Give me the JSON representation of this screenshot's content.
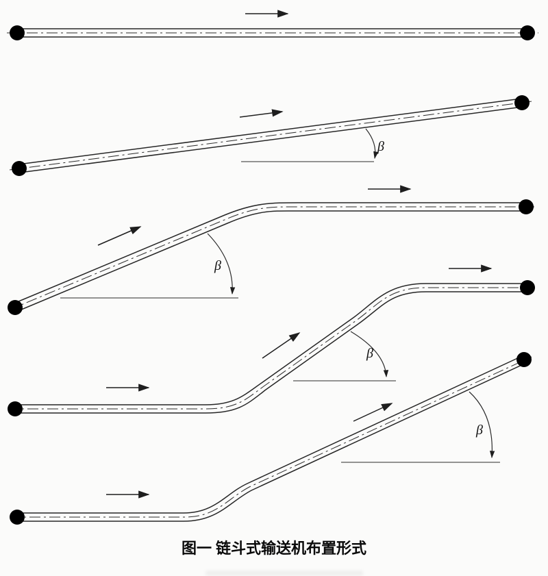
{
  "caption": "图一 链斗式输送机布置形式",
  "figures": [
    {
      "name": "horizontal-conveyor"
    },
    {
      "name": "inclined-conveyor",
      "angle_label": "β"
    },
    {
      "name": "inclined-to-horizontal-conveyor",
      "angle_label": "β"
    },
    {
      "name": "horizontal-inclined-horizontal-conveyor",
      "angle_label": "β"
    },
    {
      "name": "horizontal-to-inclined-conveyor",
      "angle_label": "β"
    }
  ],
  "icons": {
    "direction-arrow": "→",
    "pulley": "⊗"
  },
  "colors": {
    "line": "#262626",
    "background": "#fbfbfa"
  }
}
